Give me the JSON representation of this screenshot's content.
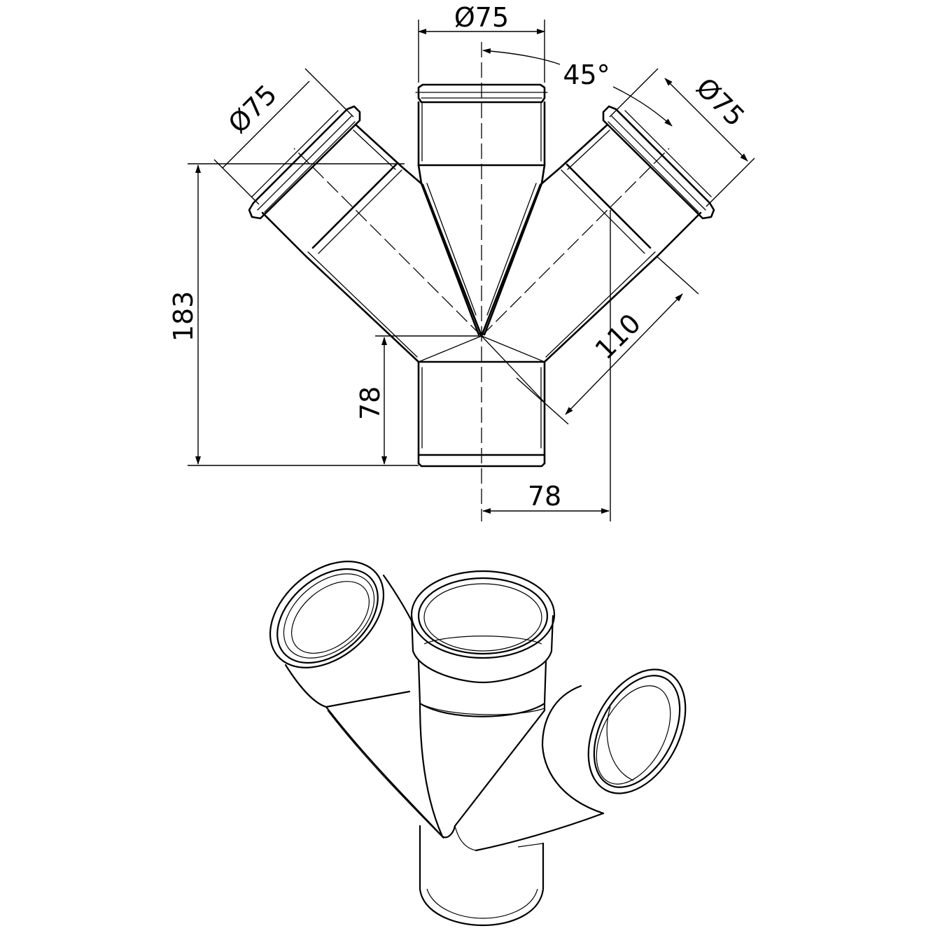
{
  "dimensions": {
    "top_diameter": "Ø75",
    "left_diameter": "Ø75",
    "right_diameter": "Ø75",
    "branch_angle": "45°",
    "overall_height": "183",
    "lower_height": "78",
    "branch_length": "110",
    "horizontal_offset": "78"
  }
}
